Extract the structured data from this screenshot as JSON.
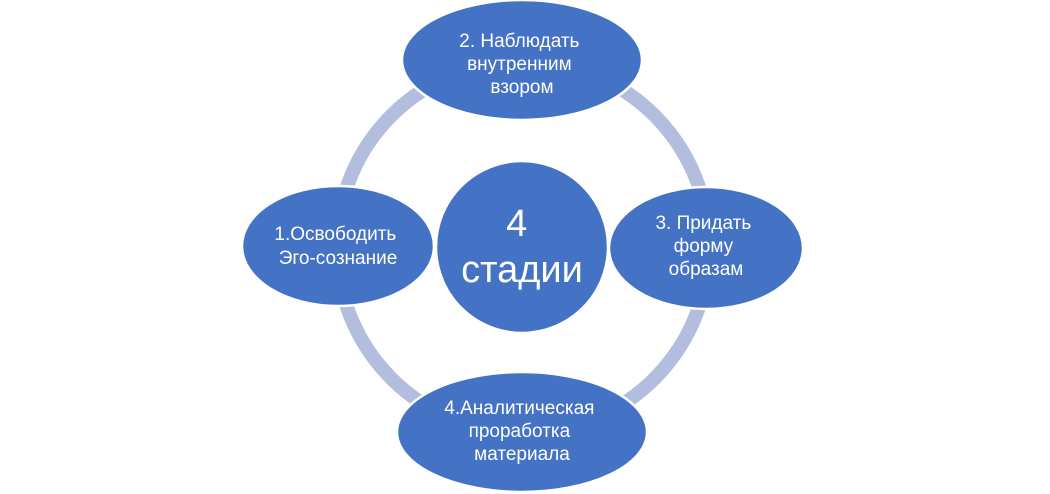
{
  "diagram": {
    "center": {
      "lines": [
        "4",
        "стадии"
      ]
    },
    "nodes": [
      {
        "id": "stage-2",
        "lines": [
          "2. Наблюдать",
          "внутренним",
          "взором"
        ]
      },
      {
        "id": "stage-3",
        "lines": [
          "3. Придать",
          "форму",
          "образам"
        ]
      },
      {
        "id": "stage-4",
        "lines": [
          "4.Аналитическая",
          "проработка",
          "материала"
        ]
      },
      {
        "id": "stage-1",
        "lines": [
          "1.Освободить",
          "Эго-сознание"
        ]
      }
    ]
  },
  "colors": {
    "node_fill": "#4472c4",
    "node_border": "#ffffff",
    "ring": "#b3bedf",
    "text": "#ffffff",
    "background": "#ffffff"
  }
}
